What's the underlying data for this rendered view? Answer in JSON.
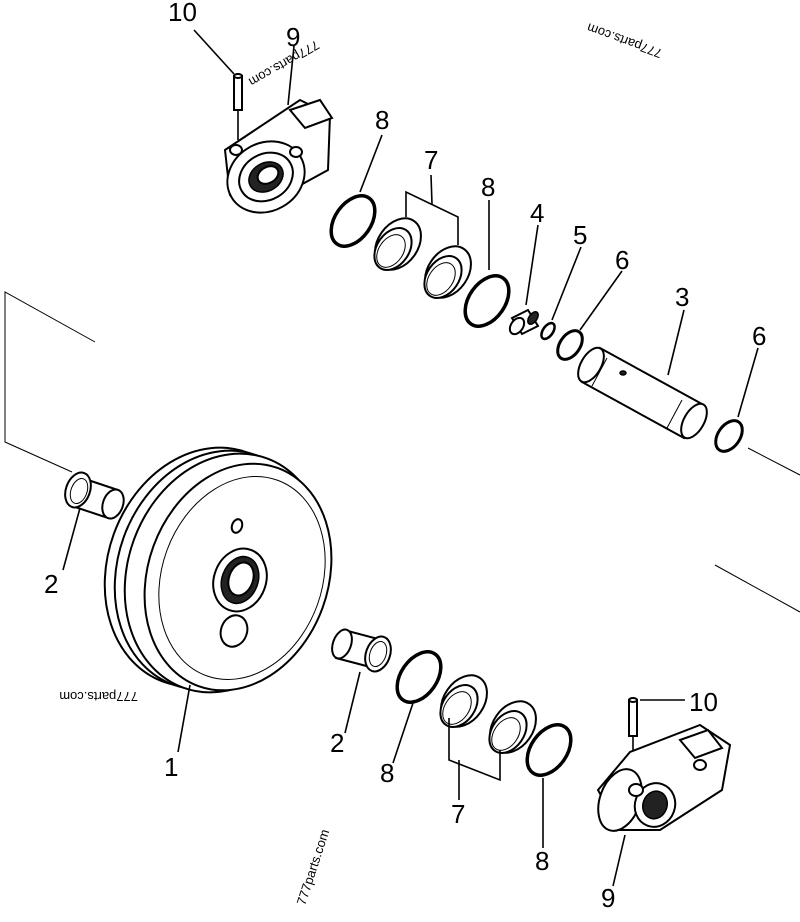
{
  "callouts": {
    "c1": "1",
    "c2_left": "2",
    "c2_center": "2",
    "c3": "3",
    "c4": "4",
    "c5": "5",
    "c6_left": "6",
    "c6_right": "6",
    "c7_top": "7",
    "c7_bottom": "7",
    "c8_top_left": "8",
    "c8_top_right": "8",
    "c8_bottom_left": "8",
    "c8_bottom_right": "8",
    "c9_top": "9",
    "c9_bottom": "9",
    "c10_top": "10",
    "c10_bottom": "10"
  },
  "watermarks": {
    "wm_top_bracket": "777parts.com",
    "wm_top_right": "777parts.com",
    "wm_left": "777parts.com",
    "wm_bottom": "777parts.com"
  }
}
